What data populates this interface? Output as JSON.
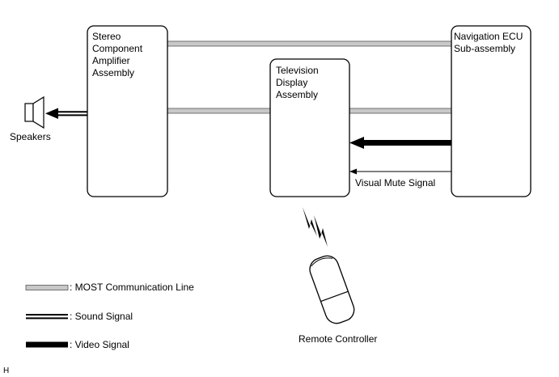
{
  "blocks": {
    "amplifier": [
      "Stereo",
      "Component",
      "Amplifier",
      "Assembly"
    ],
    "television": [
      "Television",
      "Display",
      "Assembly"
    ],
    "navigation": [
      "Navigation ECU",
      "Sub-assembly"
    ]
  },
  "labels": {
    "speakers": "Speakers",
    "visual_mute": "Visual Mute Signal",
    "remote": "Remote Controller",
    "corner_mark": "H"
  },
  "legend": {
    "most": ": MOST Communication Line",
    "sound": ": Sound Signal",
    "video": ": Video Signal"
  },
  "colors": {
    "most_line": "#c8c8c8",
    "stroke": "#000000"
  }
}
